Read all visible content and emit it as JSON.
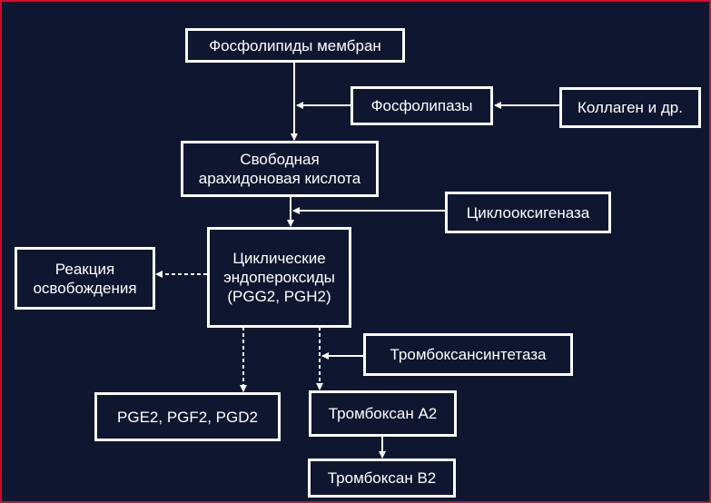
{
  "colors": {
    "background": "#0f1730",
    "foreground": "#ffffff",
    "frame_border": "#c8102e"
  },
  "nodes": {
    "phospholipids": "Фосфолипиды мембран",
    "phospholipases": "Фосфолипазы",
    "collagen": "Коллаген и др.",
    "arachidonic": "Свободная\nарахидоновая кислота",
    "cyclooxygenase": "Циклооксигеназа",
    "endoperoxides": "Циклические\nэндопероксиды\n(PGG2, PGH2)",
    "release": "Реакция\nосвобождения",
    "thromboxane_synthetase": "Тромбоксансинтетаза",
    "prostaglandins": "PGE2, PGF2, PGD2",
    "thromboxane_a2": "Тромбоксан А2",
    "thromboxane_b2": "Тромбоксан В2"
  }
}
